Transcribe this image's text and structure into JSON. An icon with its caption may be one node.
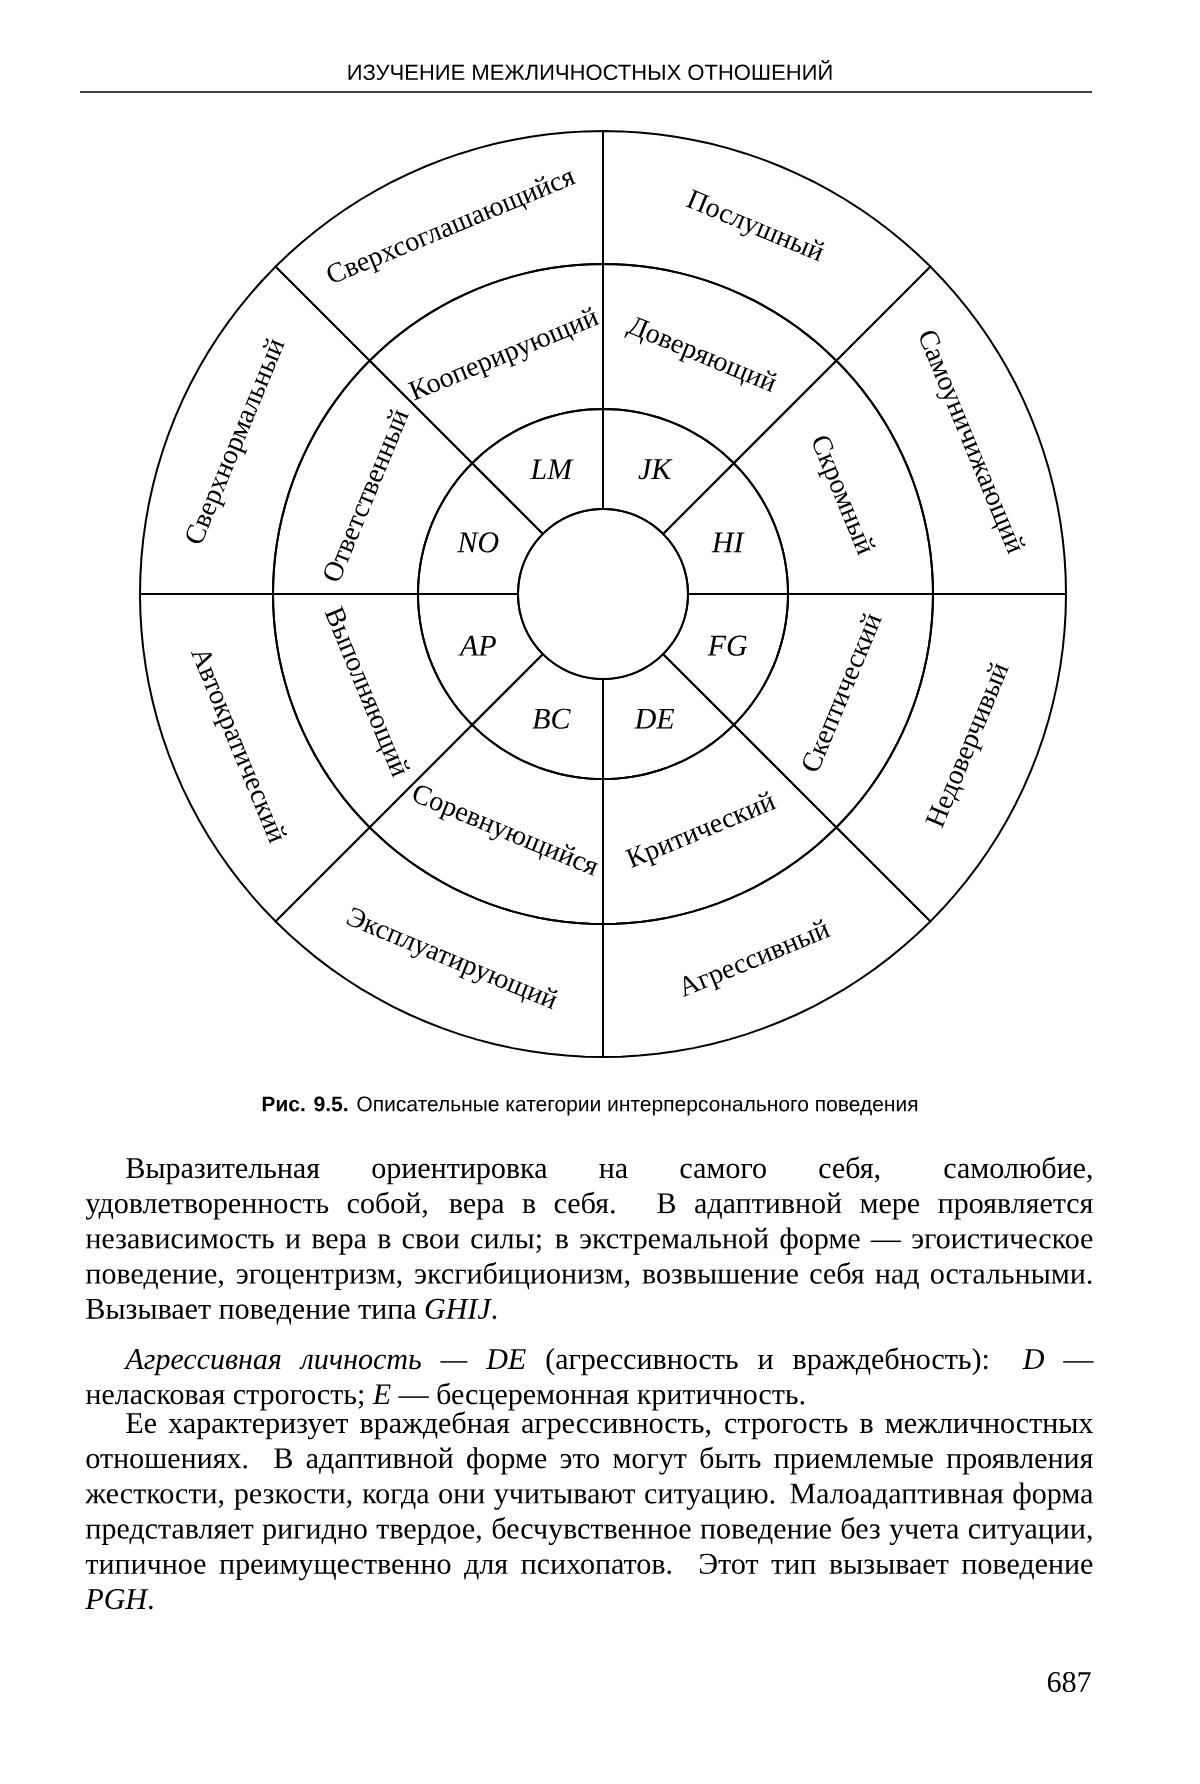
{
  "diagram": {
    "caption": "**Рис. 9.5.** Описательные категории интерперсонального поведения",
    "nodes": [
      {
        "text": [
          "Сверхсоглашающийся"
        ]
      },
      {
        "text": [
          "Послушный"
        ]
      },
      {
        "text": [
          "Самоуничижающий"
        ]
      },
      {
        "text": [
          "Недоверчивый"
        ]
      },
      {
        "text": [
          "Агрессивный"
        ]
      },
      {
        "text": [
          "Эксплуатирующий"
        ]
      },
      {
        "text": [
          "Автократический"
        ]
      },
      {
        "text": [
          "Сверхнормальный"
        ]
      },
      {
        "text": [
          "Кооперирующий"
        ]
      },
      {
        "text": [
          "Доверяющий"
        ]
      },
      {
        "text": [
          "Скромный"
        ]
      },
      {
        "text": [
          "Скептический"
        ]
      },
      {
        "text": [
          "Критический"
        ]
      },
      {
        "text": [
          "Соревнующийся"
        ]
      },
      {
        "text": [
          "Выполняющий"
        ]
      },
      {
        "text": [
          "Ответственный"
        ]
      },
      {
        "text": [
          "LM"
        ]
      },
      {
        "text": [
          "JK"
        ]
      },
      {
        "text": [
          "HI"
        ]
      },
      {
        "text": [
          "FG"
        ]
      },
      {
        "text": [
          "DE"
        ]
      },
      {
        "text": [
          "BC"
        ]
      },
      {
        "text": [
          "AP"
        ]
      },
      {
        "text": [
          "NO"
        ]
      },
      {
        "text": [],
        "shape": "circle"
      }
    ],
    "labels": [
      "ИЗУЧЕНИЕ МЕЖЛИЧНОСТНЫХ ОТНОШЕНИЙ",
      "Выразительная ориентировка на самого себя, самолюбие, удовлетворенность собой, вера в себя. В адаптивной мере проявляется независимость и вера в свои силы; в экстремальной форме — эгоистическое поведение, эгоцентризм, эксгибиционизм, возвышение себя над остальными. Вызывает поведение типа *GHIJ*.",
      "*Агрессивная личность — DE* (агрессивность и враждебность): *D* — неласковая строгость; *E* — бесцеремонная критичность.",
      "Ее характеризует враждебная агрессивность, строгость в межличностных отношениях. В адаптивной форме это могут быть приемлемые проявления жесткости, резкости, когда они учитывают ситуацию. Малоадаптивная форма представляет ригидно твердое, бесчувственное поведение без учета ситуации, типичное преимущественно для психопатов. Этот тип вызывает поведение *PGH*.",
      "687"
    ]
  }
}
